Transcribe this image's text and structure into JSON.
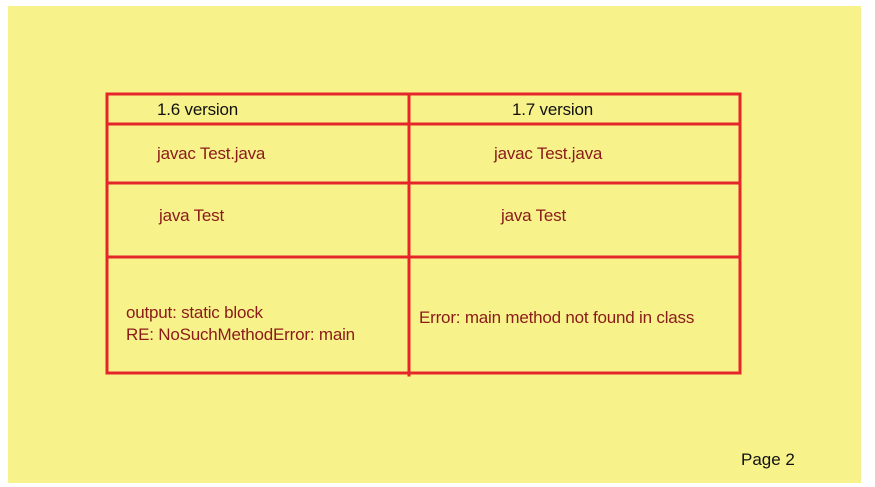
{
  "table": {
    "headers": [
      "1.6 version",
      "1.7 version"
    ],
    "rows": [
      [
        "javac Test.java",
        "javac Test.java"
      ],
      [
        "java Test",
        "java Test"
      ],
      [
        [
          "output: static block",
          "RE: NoSuchMethodError: main"
        ],
        "Error: main method not found in class"
      ]
    ]
  },
  "page": {
    "label": "Page 2"
  },
  "colors": {
    "background": "#f7f28a",
    "border": "#e4252a",
    "text": "#8b1a1a",
    "header_text": "#111111"
  }
}
